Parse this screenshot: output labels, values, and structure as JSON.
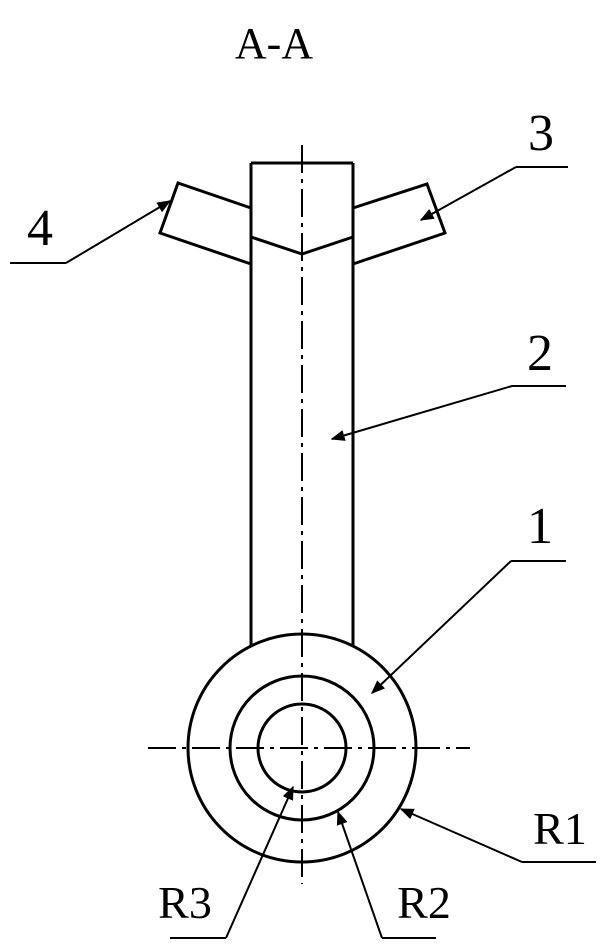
{
  "title": "A-A",
  "labels": {
    "p1": "1",
    "p2": "2",
    "p3": "3",
    "p4": "4",
    "r1": "R1",
    "r2": "R2",
    "r3": "R3"
  }
}
